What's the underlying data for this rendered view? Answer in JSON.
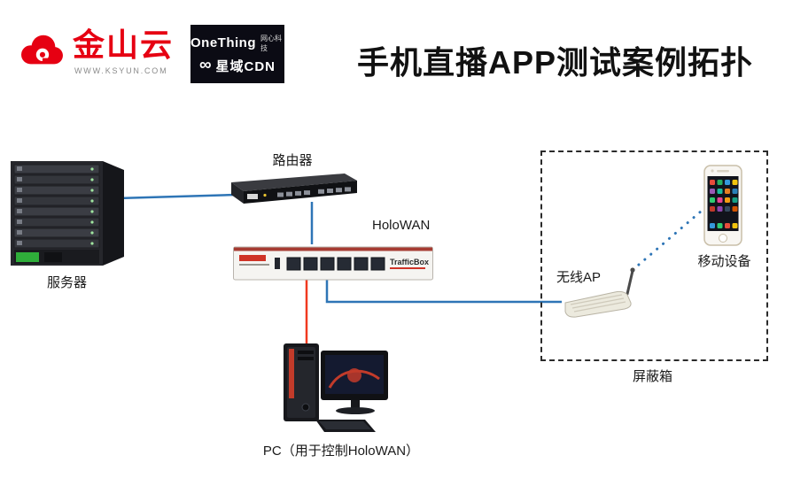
{
  "header": {
    "title": "手机直播APP测试案例拓扑",
    "ksyun": {
      "name": "金山云",
      "url": "WWW.KSYUN.COM"
    },
    "onething": {
      "brand": "OneThing",
      "company": "网心科技",
      "product": "星域CDN",
      "infinity_glyph": "∞"
    }
  },
  "diagram": {
    "server": {
      "label": "服务器"
    },
    "router": {
      "label": "路由器"
    },
    "holowan": {
      "label": "HoloWAN",
      "device_text": "TrafficBox"
    },
    "pc": {
      "label": "PC（用于控制HoloWAN）"
    },
    "shield_box": {
      "label": "屏蔽箱"
    },
    "ap": {
      "label": "无线AP"
    },
    "mobile": {
      "label": "移动设备"
    }
  },
  "colors": {
    "link_blue": "#2E75B6",
    "link_red": "#F0391F",
    "brand_red": "#E60012",
    "logo_black": "#0B0B14"
  }
}
